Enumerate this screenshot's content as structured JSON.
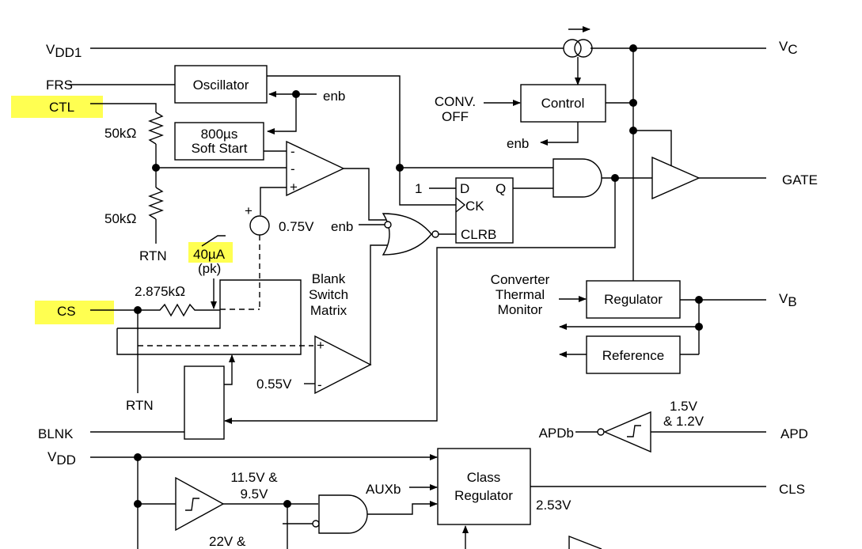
{
  "highlight_color": "#ffff33",
  "pins": {
    "vdd1": {
      "main": "V",
      "sub": "DD1"
    },
    "frs": "FRS",
    "ctl": "CTL",
    "cs": "CS",
    "blnk": "BLNK",
    "vdd": {
      "main": "V",
      "sub": "DD"
    },
    "vc": {
      "main": "V",
      "sub": "C"
    },
    "gate": "GATE",
    "vb": {
      "main": "V",
      "sub": "B"
    },
    "apd": "APD",
    "cls": "CLS"
  },
  "blocks": {
    "oscillator": "Oscillator",
    "soft_start": [
      "800µs",
      "Soft Start"
    ],
    "control": "Control",
    "regulator": "Regulator",
    "reference": "Reference",
    "class_regulator": [
      "Class",
      "Regulator"
    ],
    "blank_switch_matrix": [
      "Blank",
      "Switch",
      "Matrix"
    ],
    "converter_thermal_monitor": [
      "Converter",
      "Thermal",
      "Monitor"
    ],
    "conv_off": [
      "CONV.",
      "OFF"
    ]
  },
  "labels": {
    "enb_osc": "enb",
    "enb_control": "enb",
    "enb_nor": "enb",
    "r_top": "50kΩ",
    "r_bottom": "50kΩ",
    "rtn_left": "RTN",
    "rtn_cs": "RTN",
    "current_source": [
      "40µA",
      "(pk)"
    ],
    "r_cs": "2.875kΩ",
    "ref_075": "0.75V",
    "ref_055": "0.55V",
    "ff_d": "D",
    "ff_q": "Q",
    "ff_ck": "CK",
    "ff_clrb": "CLRB",
    "ff_one": "1",
    "apd_thresholds": [
      "1.5V",
      "& 1.2V"
    ],
    "apdb": "APDb",
    "uvlo_thresholds": [
      "11.5V &",
      "9.5V"
    ],
    "ovlo_threshold": "22V &",
    "auxb": "AUXb",
    "v253": "2.53V",
    "comp_minus1": "-",
    "comp_minus2": "-",
    "comp_plus": "+",
    "plus_src": "+",
    "comp2_plus": "+",
    "comp2_minus": "-"
  }
}
